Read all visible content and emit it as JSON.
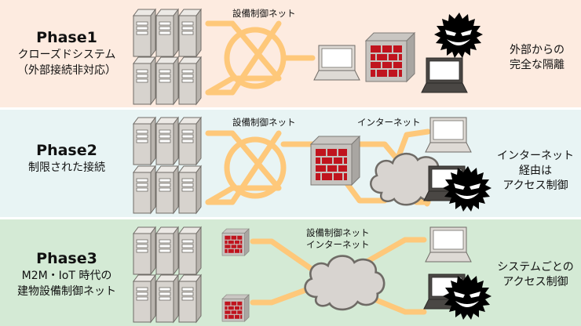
{
  "phases": [
    {
      "title": "Phase1",
      "subtitle_lines": [
        "クローズドシステム",
        "（外部接続非対応）"
      ],
      "network_labels": [
        "設備制御ネット"
      ],
      "note_lines": [
        "外部からの",
        "完全な隔離"
      ]
    },
    {
      "title": "Phase2",
      "subtitle_lines": [
        "制限された接続"
      ],
      "network_labels": [
        "設備制御ネット",
        "インターネット"
      ],
      "note_lines": [
        "インターネット",
        "経由は",
        "アクセス制御"
      ]
    },
    {
      "title": "Phase3",
      "subtitle_lines": [
        "M2M・IoT 時代の",
        "建物設備制御ネット"
      ],
      "network_labels": [
        "設備制御ネット",
        "インターネット"
      ],
      "note_lines": [
        "システムごとの",
        "アクセス制御"
      ]
    }
  ],
  "colors": {
    "phase1_bg": "#fdebe0",
    "phase2_bg": "#e8f4f4",
    "phase3_bg": "#d4ead5",
    "network_line": "#fec87a",
    "firewall_brick": "#c0141e",
    "server_body": "#d7d3ce",
    "cloud_fill": "#d8d4d0",
    "attacker": "#000000"
  }
}
